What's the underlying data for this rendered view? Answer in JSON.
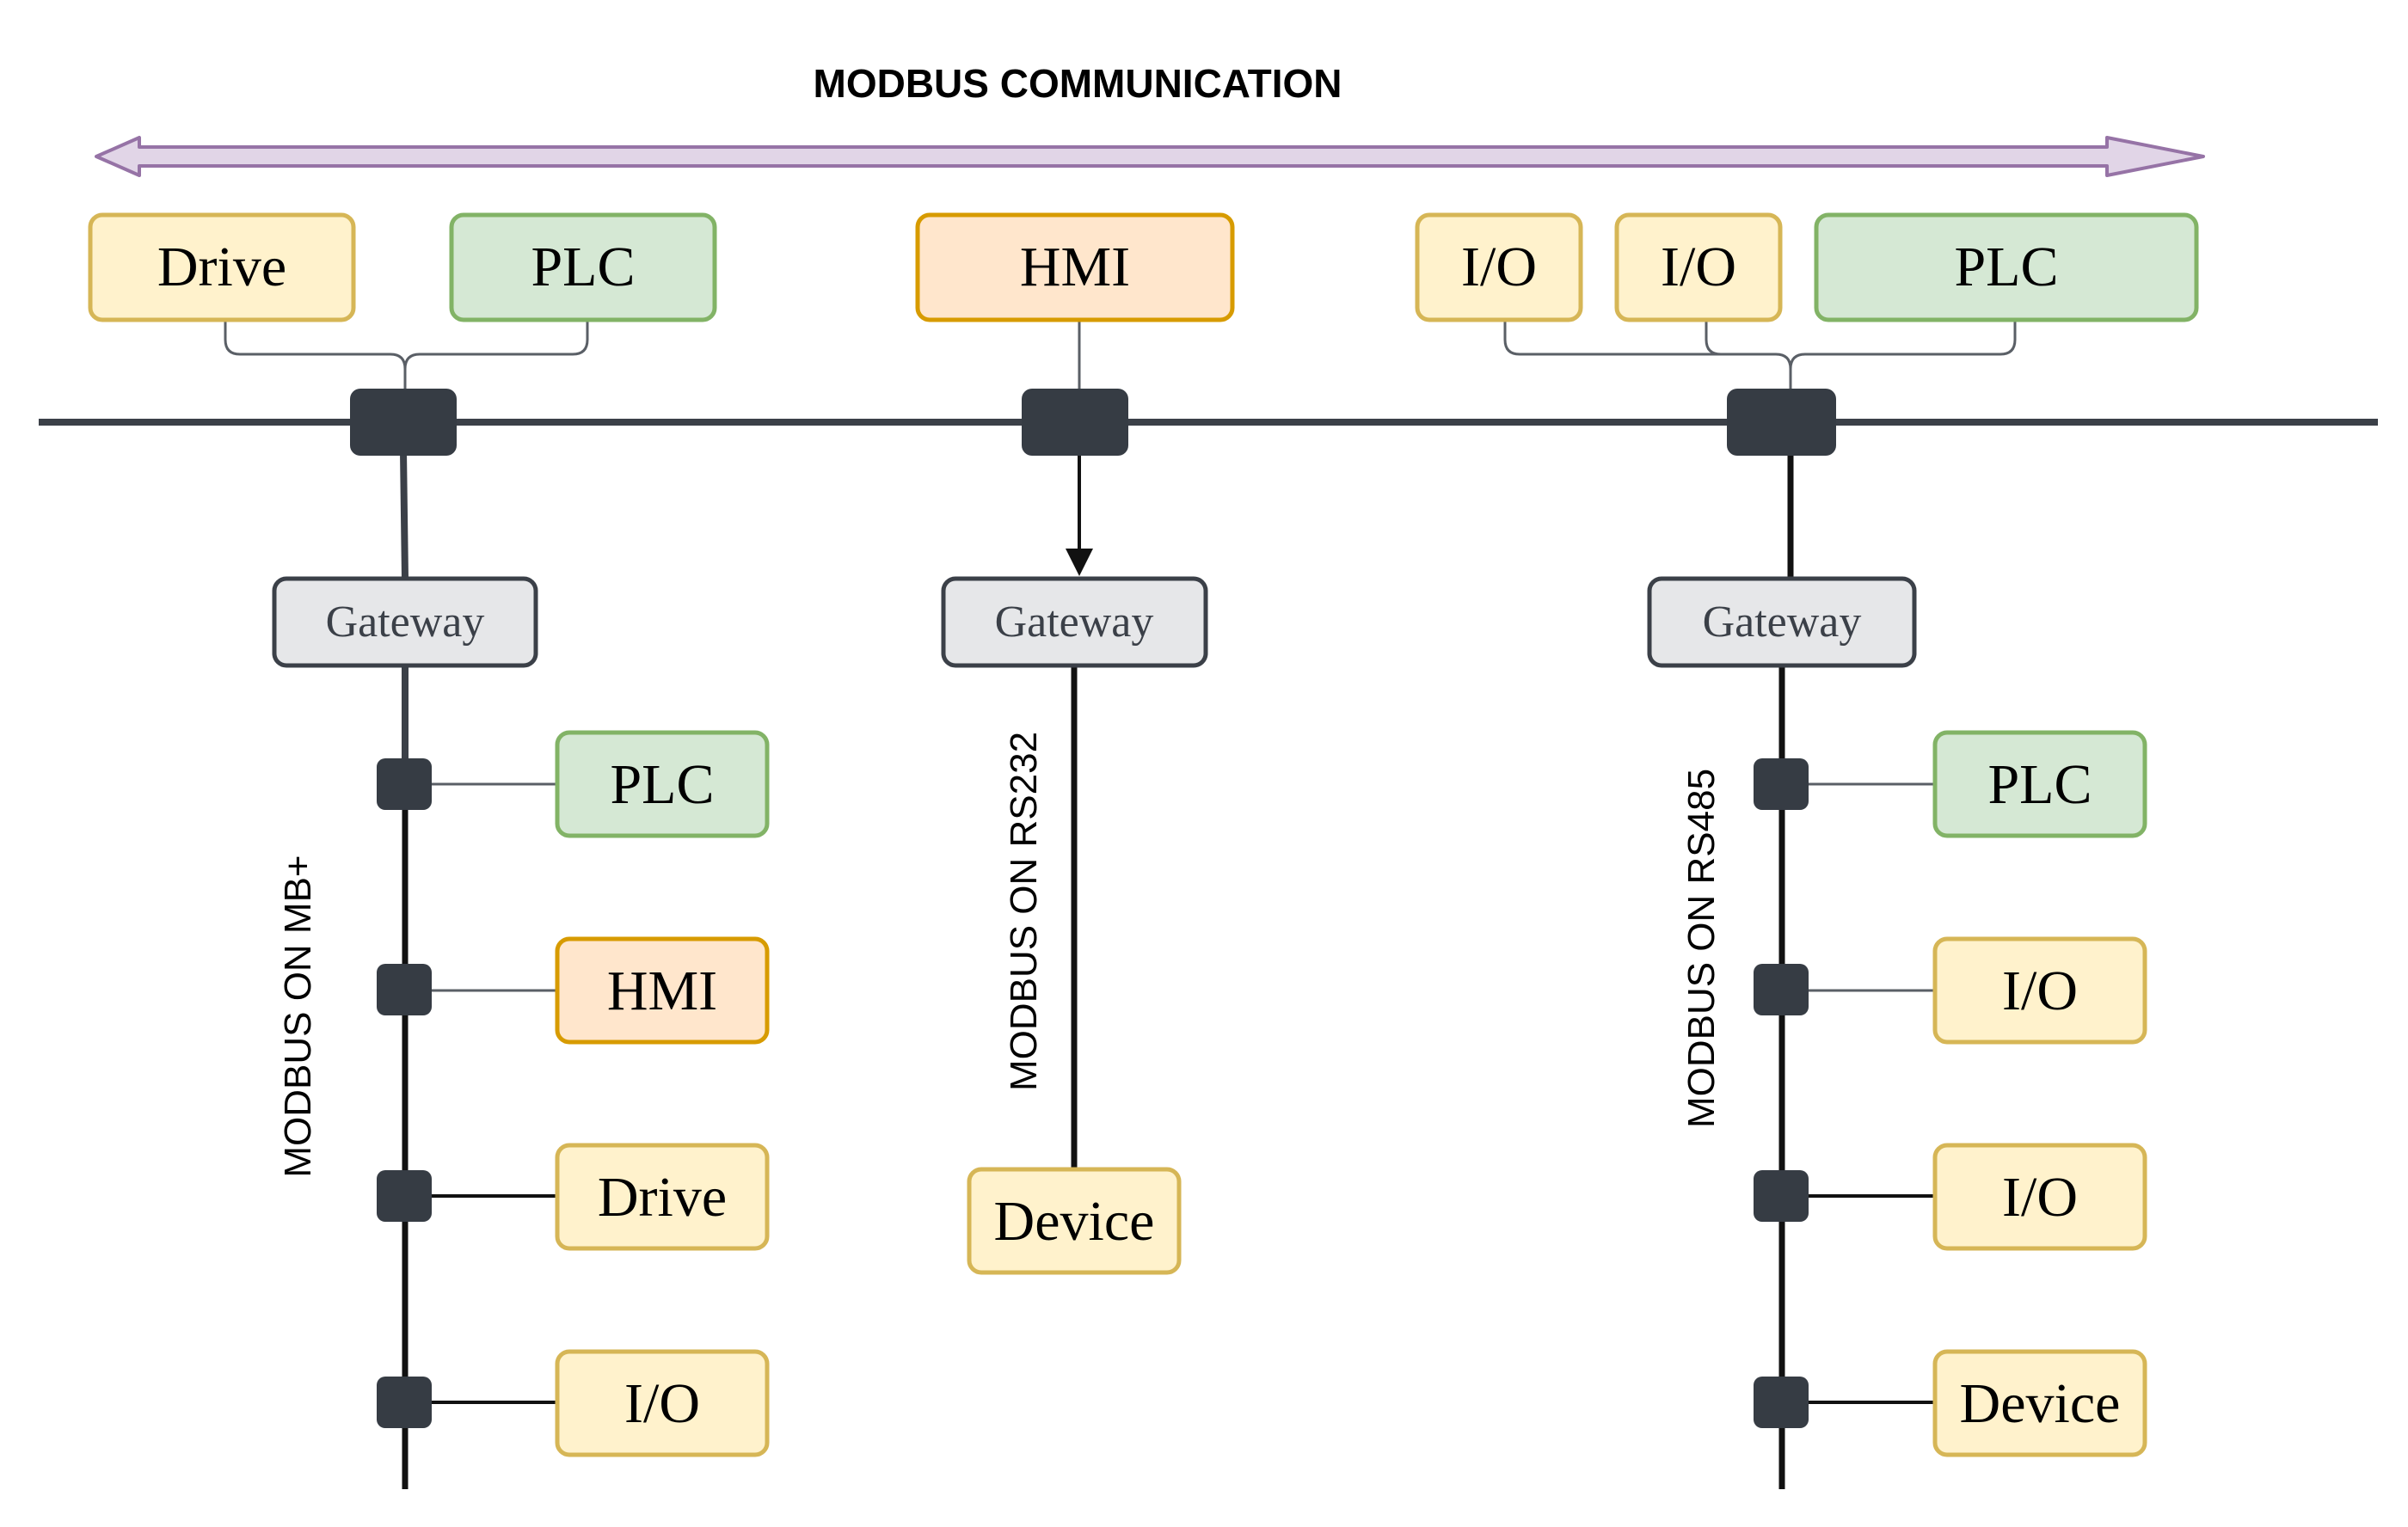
{
  "title": "MODBUS COMMUNICATION",
  "colors": {
    "bus": "#3b4048",
    "coupler": "#363c44",
    "link": "#5a5f66",
    "line": "#111111",
    "yellow_fill": "#fff2cc",
    "yellow_stroke": "#d6b656",
    "green_fill": "#d5e8d4",
    "green_stroke": "#82b366",
    "orange_fill": "#ffe6cc",
    "orange_stroke": "#d79b00",
    "gateway_fill": "#e6e7e9",
    "gateway_stroke": "#3b4048",
    "arrow_fill": "#e1d5e7",
    "arrow_stroke": "#9673a6"
  },
  "top_devices": {
    "left": [
      {
        "label": "Drive",
        "color": "yellow"
      },
      {
        "label": "PLC",
        "color": "green"
      }
    ],
    "center": [
      {
        "label": "HMI",
        "color": "orange"
      }
    ],
    "right": [
      {
        "label": "I/O",
        "color": "yellow"
      },
      {
        "label": "I/O",
        "color": "yellow"
      },
      {
        "label": "PLC",
        "color": "green"
      }
    ]
  },
  "gateways": {
    "left": "Gateway",
    "center": "Gateway",
    "right": "Gateway"
  },
  "networks": {
    "left": {
      "label": "MODBUS ON MB+",
      "devices": [
        {
          "label": "PLC",
          "color": "green"
        },
        {
          "label": "HMI",
          "color": "orange"
        },
        {
          "label": "Drive",
          "color": "yellow"
        },
        {
          "label": "I/O",
          "color": "yellow"
        }
      ]
    },
    "center": {
      "label": "MODBUS ON RS232",
      "devices": [
        {
          "label": "Device",
          "color": "yellow"
        }
      ]
    },
    "right": {
      "label": "MODBUS ON RS485",
      "devices": [
        {
          "label": "PLC",
          "color": "green"
        },
        {
          "label": "I/O",
          "color": "yellow"
        },
        {
          "label": "I/O",
          "color": "yellow"
        },
        {
          "label": "Device",
          "color": "yellow"
        }
      ]
    }
  }
}
